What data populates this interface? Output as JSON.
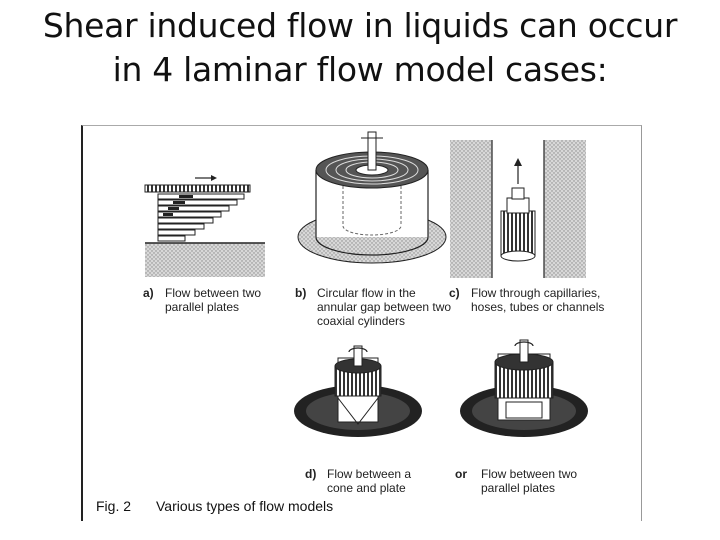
{
  "slide": {
    "title_line1": "Shear induced flow in liquids can occur",
    "title_line2": "in 4 laminar flow model cases:"
  },
  "figure": {
    "caption_number": "Fig. 2",
    "caption_text": "Various types of flow models",
    "panels": [
      {
        "letter": "a)",
        "text": "Flow between two parallel plates"
      },
      {
        "letter": "b)",
        "text": "Circular flow in the annular gap between two coaxial cylinders"
      },
      {
        "letter": "c)",
        "text": "Flow through capillaries, hoses, tubes or channels"
      },
      {
        "letter": "d)",
        "text": "Flow between a cone and plate"
      },
      {
        "letter": "or",
        "text": "Flow between two parallel plates"
      }
    ]
  }
}
